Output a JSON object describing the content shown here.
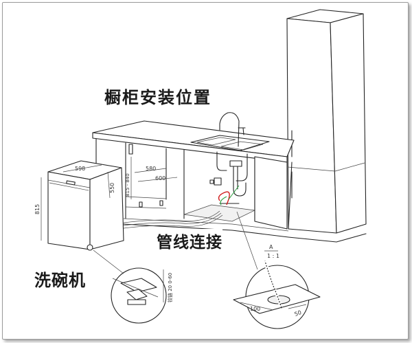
{
  "labels": {
    "title": "橱柜安装位置",
    "pipes": "管线连接",
    "dishwasher": "洗碗机"
  },
  "dimensions": {
    "dishwasher_width": "598",
    "dishwasher_depth": "550",
    "dishwasher_height": "815",
    "niche_height": "815 - 840",
    "niche_depth_inner": "580",
    "niche_depth_outer": "600",
    "pipe_spacing": "100",
    "pipe_offset": "50",
    "foot_note": "铰链 20  0-60"
  },
  "detail_a": {
    "letter": "A",
    "scale": "1 : 1"
  },
  "colors": {
    "line": "#222222",
    "wire_red": "#d01a1a",
    "wire_green": "#2aa040"
  }
}
